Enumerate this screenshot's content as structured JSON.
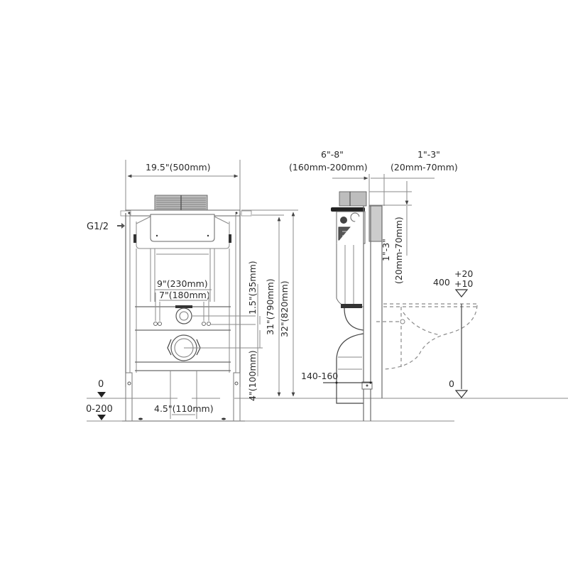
{
  "front_view": {
    "width_label": "19.5\"(500mm)",
    "inlet_label": "G1/2",
    "mount_outer_label": "9\"(230mm)",
    "mount_inner_label": "7\"(180mm)",
    "pipe_width_label": "4.5\"(110mm)",
    "floor_zero_label": "0",
    "floor_range_label": "0-200",
    "offset_label": "1.5\"(35mm)",
    "height_label_1": "31\"(790mm)",
    "height_label_2": "32\"(820mm)",
    "drain_height_label": "4\"(100mm)"
  },
  "side_view": {
    "depth_label_in": "6\"-8\"",
    "depth_label_mm": "(160mm-200mm)",
    "wall_label_in": "1\"-3\"",
    "wall_label_mm": "(20mm-70mm)",
    "vertical_label_in": "1\"-3\"",
    "vertical_label_mm": "(20mm-70mm)",
    "base_label": "140-160",
    "bowl_height_label": "400",
    "bowl_tol_plus20": "+20",
    "bowl_tol_plus10": "+10",
    "bowl_zero_label": "0"
  }
}
